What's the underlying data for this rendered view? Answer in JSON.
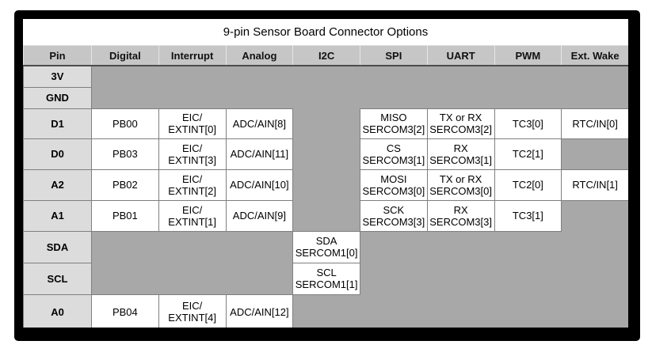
{
  "title": "9-pin Sensor Board Connector Options",
  "chart_data": {
    "type": "table",
    "title": "9-pin Sensor Board Connector Options",
    "columns": [
      "Pin",
      "Digital",
      "Interrupt",
      "Analog",
      "I2C",
      "SPI",
      "UART",
      "PWM",
      "Ext. Wake"
    ],
    "rows": [
      [
        "3V",
        "",
        "",
        "",
        "",
        "",
        "",
        "",
        ""
      ],
      [
        "GND",
        "",
        "",
        "",
        "",
        "",
        "",
        "",
        ""
      ],
      [
        "D1",
        "PB00",
        "EIC/\nEXTINT[0]",
        "ADC/AIN[8]",
        "",
        "MISO\nSERCOM3[2]",
        "TX or RX\nSERCOM3[2]",
        "TC3[0]",
        "RTC/IN[0]"
      ],
      [
        "D0",
        "PB03",
        "EIC/\nEXTINT[3]",
        "ADC/AIN[11]",
        "",
        "CS\nSERCOM3[1]",
        "RX\nSERCOM3[1]",
        "TC2[1]",
        ""
      ],
      [
        "A2",
        "PB02",
        "EIC/\nEXTINT[2]",
        "ADC/AIN[10]",
        "",
        "MOSI\nSERCOM3[0]",
        "TX or RX\nSERCOM3[0]",
        "TC2[0]",
        "RTC/IN[1]"
      ],
      [
        "A1",
        "PB01",
        "EIC/\nEXTINT[1]",
        "ADC/AIN[9]",
        "",
        "SCK\nSERCOM3[3]",
        "RX\nSERCOM3[3]",
        "TC3[1]",
        ""
      ],
      [
        "SDA",
        "",
        "",
        "",
        "SDA\nSERCOM1[0]",
        "",
        "",
        "",
        ""
      ],
      [
        "SCL",
        "",
        "",
        "",
        "SCL\nSERCOM1[1]",
        "",
        "",
        "",
        ""
      ],
      [
        "A0",
        "PB04",
        "EIC/\nEXTINT[4]",
        "ADC/AIN[12]",
        "",
        "",
        "",
        "",
        ""
      ]
    ],
    "layout": {
      "legend": "none",
      "grid": "cell-borders"
    }
  },
  "colors": {
    "frame": "#000000",
    "title_bg": "#ffffff",
    "header_bg": "#c6c6c6",
    "pin_cell_bg": "#dcdcdc",
    "filled_cell_bg": "#ffffff",
    "empty_cell_bg": "#a8a8a8",
    "cell_border": "#7f7f7f",
    "header_rule": "#4d4d4d",
    "text": "#000000"
  }
}
